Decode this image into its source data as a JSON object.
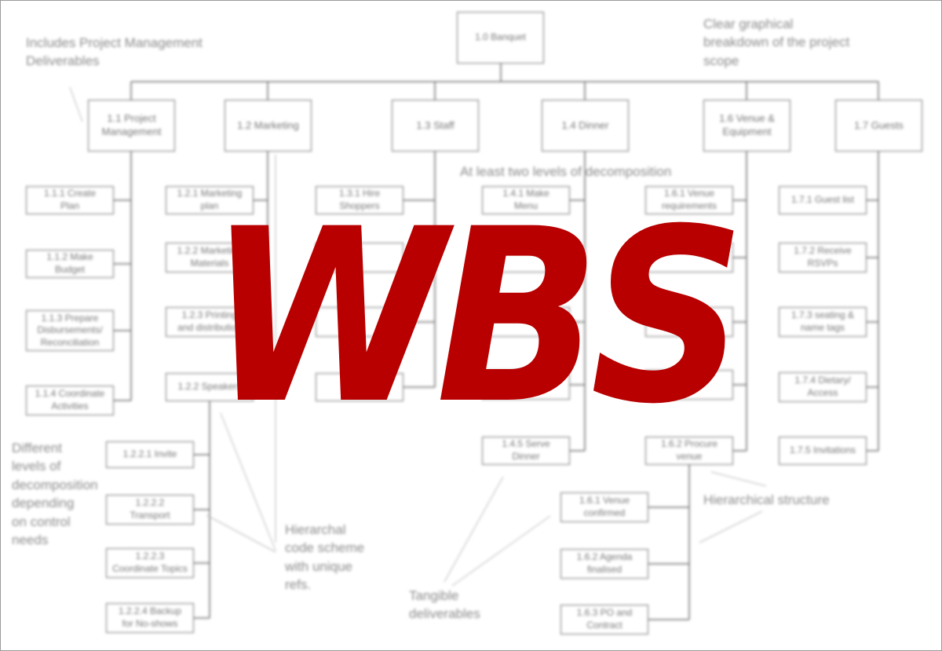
{
  "title": "WBS",
  "colors": {
    "title": "#b80000",
    "box_border": "#707070",
    "text": "#777777",
    "note": "#8a8a8a"
  },
  "wbs": {
    "root": "1.0 Banquet",
    "branches": [
      {
        "label": "1.1 Project\nManagement",
        "children": [
          "1.1.1 Create\nPlan",
          "1.1.2 Make\nBudget",
          "1.1.3 Prepare\nDisbursements/\nReconciliation",
          "1.1.4 Coordinate\nActivities"
        ]
      },
      {
        "label": "1.2 Marketing",
        "children": [
          "1.2.1 Marketing\nplan",
          "1.2.2 Marketing\nMaterials",
          "1.2.3 Printing\nand distribution",
          "1.2.2 Speakers"
        ]
      },
      {
        "label": "1.3 Staff",
        "children": [
          "1.3.1 Hire\nShoppers",
          "",
          "",
          ""
        ]
      },
      {
        "label": "1.4 Dinner",
        "children": [
          "1.4.1 Make\nMenu",
          "",
          "",
          "",
          "1.4.5 Serve\nDinner"
        ]
      },
      {
        "label": "1.6  Venue &\nEquipment",
        "children": [
          "1.6.1 Venue\nrequirements",
          "",
          "",
          "",
          "1.6.2 Procure\nvenue"
        ]
      },
      {
        "label": "1.7 Guests",
        "children": [
          "1.7.1 Guest list",
          "1.7.2 Receive\nRSVPs",
          "1.7.3 seating &\nname tags",
          "1.7.4 Dietary/\nAccess",
          "1.7.5 Invitations"
        ]
      }
    ],
    "speakers_children": [
      "1.2.2.1 Invite",
      "1.2.2.2\nTransport",
      "1.2.2.3\nCoordinate Topics",
      "1.2.2.4 Backup\nfor No-shows"
    ],
    "procure_children": [
      "1.6.1 Venue\nconfirmed",
      "1.6.2 Agenda\nfinalised",
      "1.6.3 PO and\nContract"
    ]
  },
  "notes": {
    "pm_deliverables": "Includes Project Management\nDeliverables",
    "graphical": "Clear graphical\nbreakdown of the project\nscope",
    "two_levels": "At least two levels of decomposition",
    "different_levels": "Different\nlevels of\ndecomposition\ndepending\non control\nneeds",
    "hierarchal_code": "Hierarchal\ncode scheme\nwith unique\nrefs.",
    "tangible": "Tangible\ndeliverables",
    "hierarchical_structure": "Hierarchical structure"
  }
}
